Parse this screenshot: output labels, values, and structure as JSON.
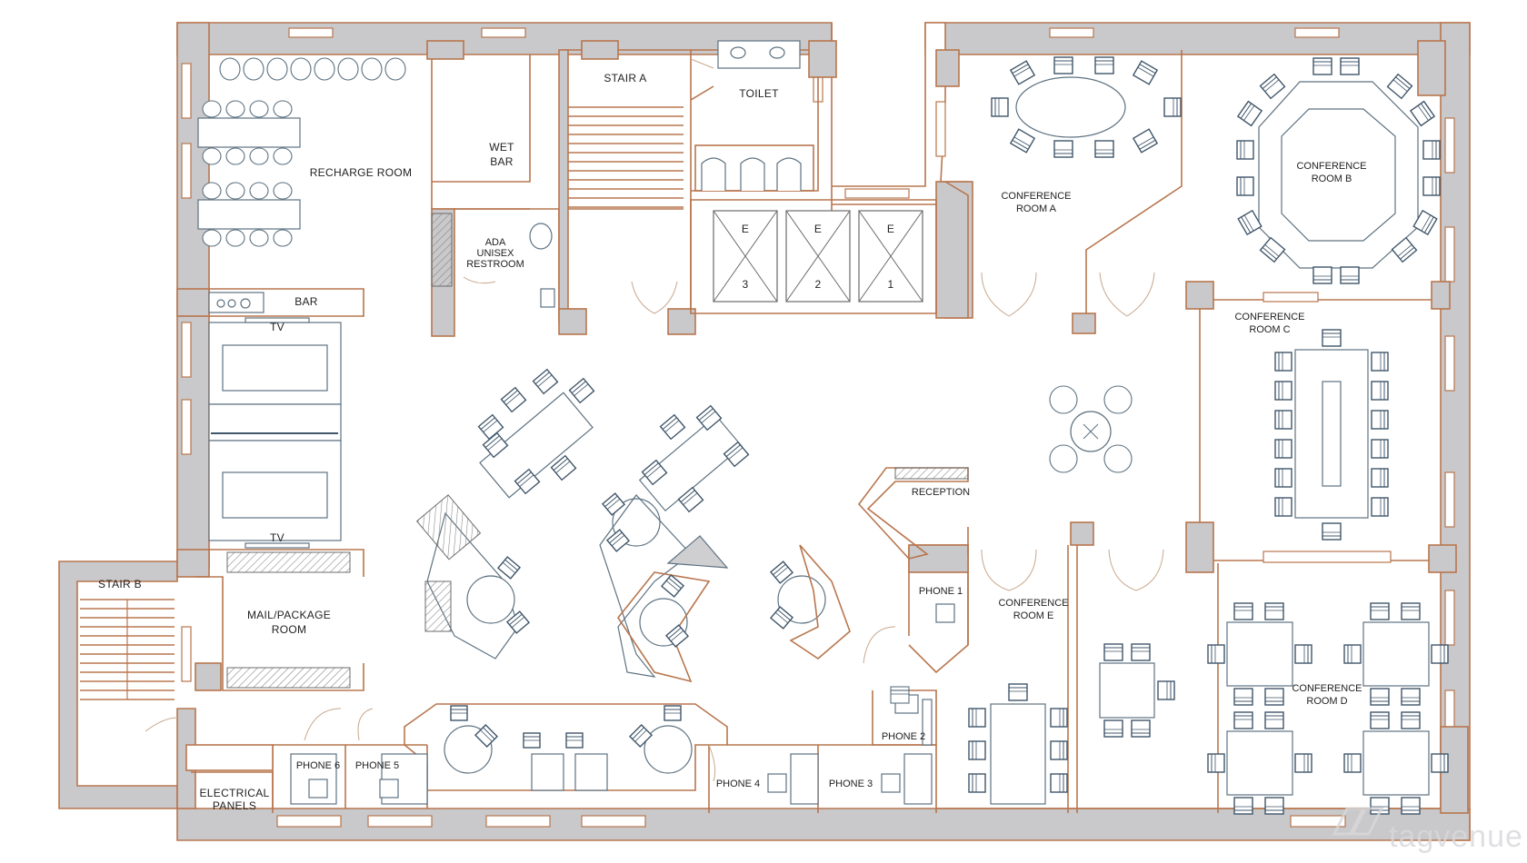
{
  "labels": {
    "recharge_room": "RECHARGE ROOM",
    "wet_bar_1": "WET",
    "wet_bar_2": "BAR",
    "ada_1": "ADA",
    "ada_2": "UNISEX",
    "ada_3": "RESTROOM",
    "stair_a": "STAIR A",
    "toilet": "TOILET",
    "elev_e": "E",
    "elev_3": "3",
    "elev_2": "2",
    "elev_1": "1",
    "bar": "BAR",
    "tv_top": "TV",
    "tv_bottom": "TV",
    "stair_b": "STAIR B",
    "mail_1": "MAIL/PACKAGE",
    "mail_2": "ROOM",
    "electrical_1": "ELECTRICAL",
    "electrical_2": "PANELS",
    "phone_1": "PHONE 1",
    "phone_2": "PHONE 2",
    "phone_3": "PHONE 3",
    "phone_4": "PHONE 4",
    "phone_5": "PHONE 5",
    "phone_6": "PHONE 6",
    "reception": "RECEPTION",
    "conf_a_1": "CONFERENCE",
    "conf_a_2": "ROOM A",
    "conf_b_1": "CONFERENCE",
    "conf_b_2": "ROOM B",
    "conf_c_1": "CONFERENCE",
    "conf_c_2": "ROOM C",
    "conf_d_1": "CONFERENCE",
    "conf_d_2": "ROOM D",
    "conf_e_1": "CONFERENCE",
    "conf_e_2": "ROOM E"
  },
  "watermark": "tagvenue",
  "colors": {
    "wall_outline": "#b8764e",
    "wall_fill": "#c9c9cb",
    "furniture": "#5d7281"
  }
}
